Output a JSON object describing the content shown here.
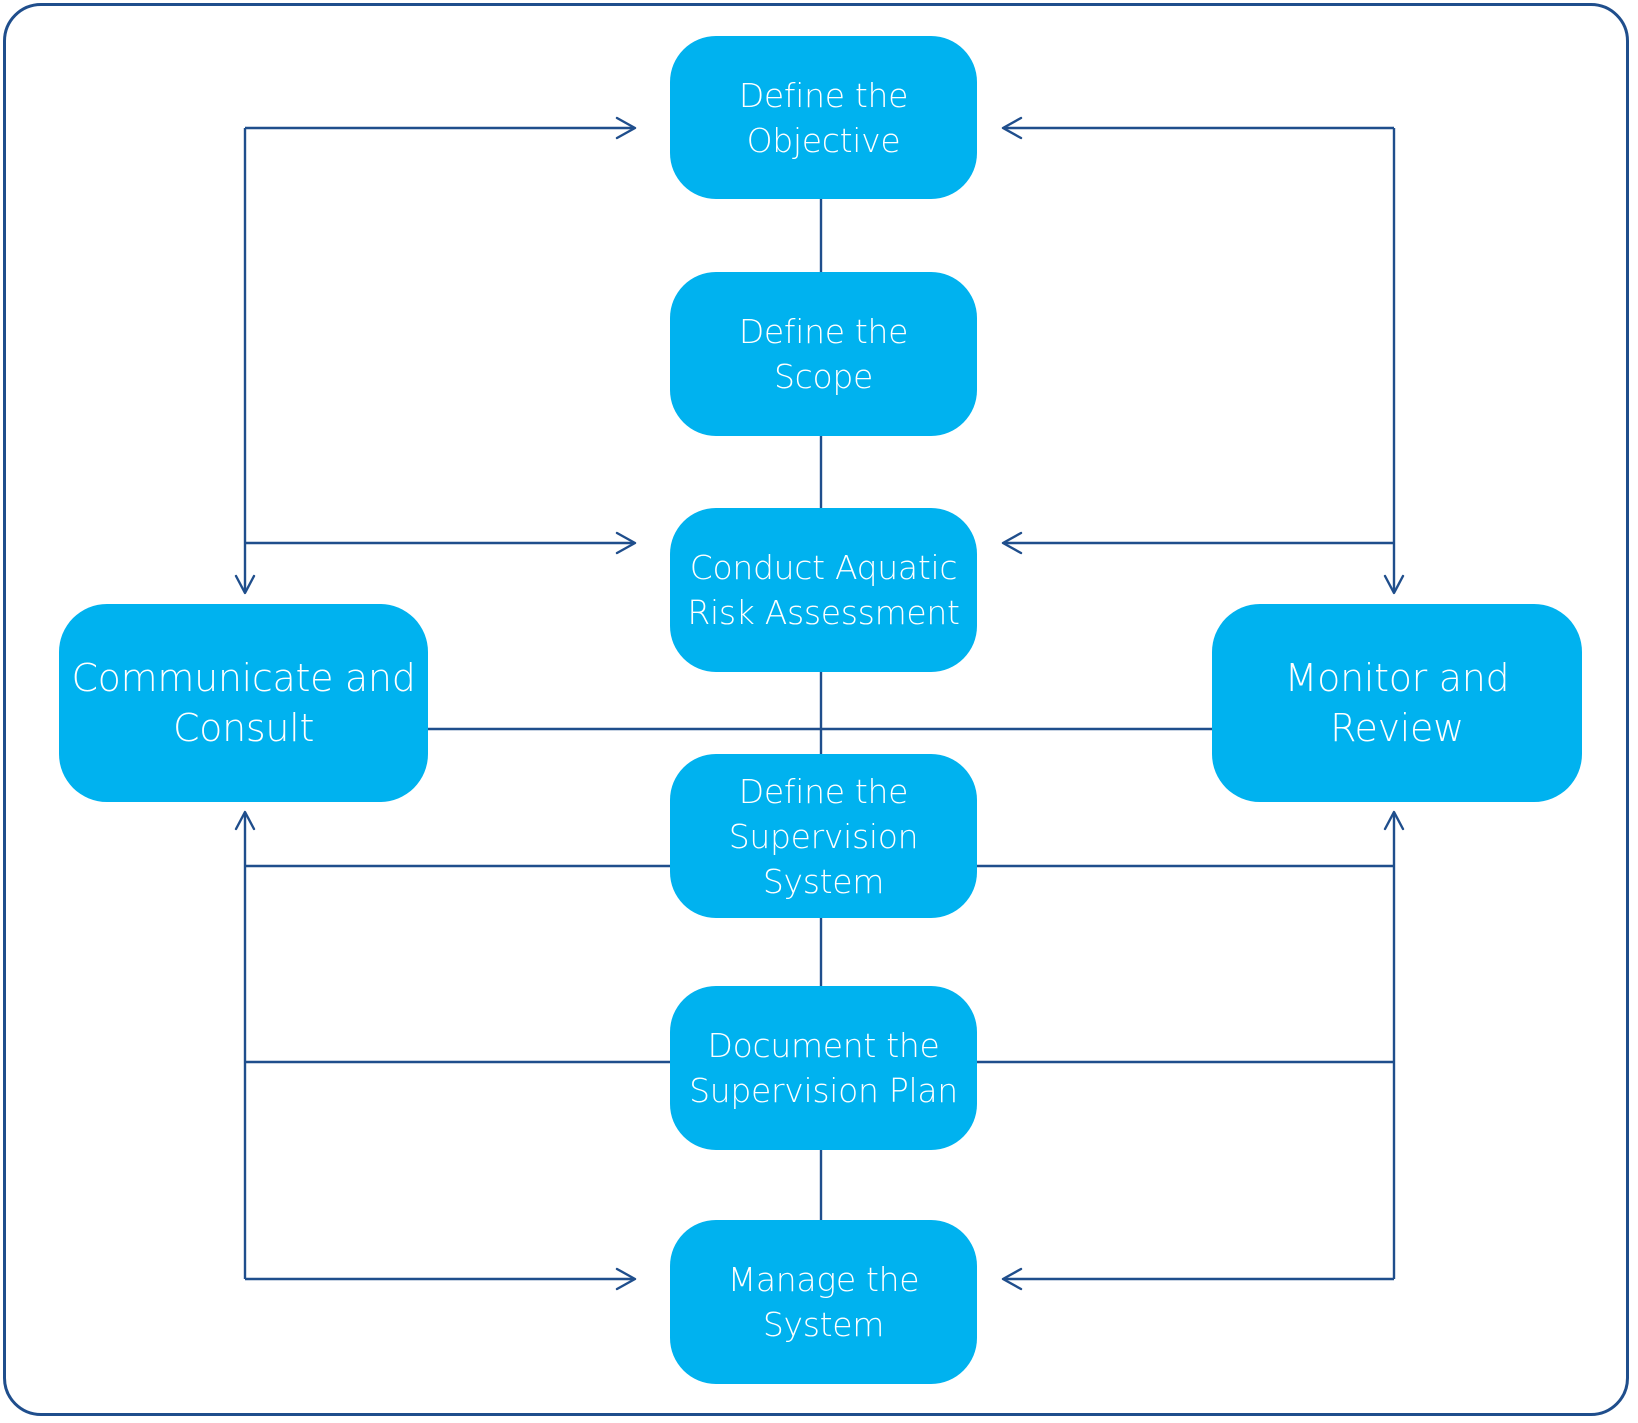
{
  "steps": [
    {
      "id": "objective",
      "label": "Define the\nObjective"
    },
    {
      "id": "scope",
      "label": "Define the\nScope"
    },
    {
      "id": "risk",
      "label": "Conduct Aquatic\nRisk Assessment"
    },
    {
      "id": "supervision",
      "label": "Define the\nSupervision\nSystem"
    },
    {
      "id": "document",
      "label": "Document the\nSupervision Plan"
    },
    {
      "id": "manage",
      "label": "Manage the\nSystem"
    }
  ],
  "side": {
    "left": {
      "label": "Communicate and\nConsult"
    },
    "right": {
      "label": "Monitor and\nReview"
    }
  },
  "colors": {
    "box": "#00b2ef",
    "line": "#1f4e8c",
    "text": "#ffffff"
  }
}
